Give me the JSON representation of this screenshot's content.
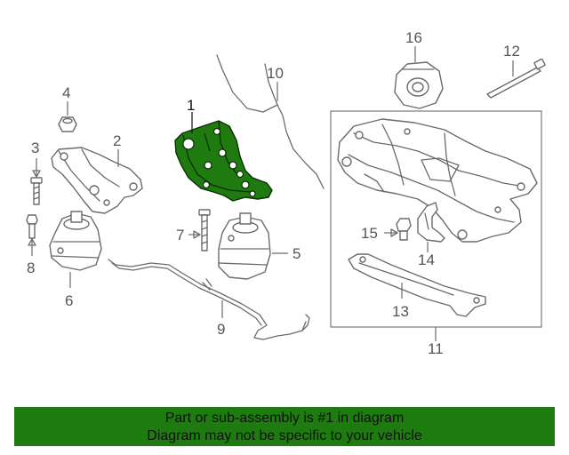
{
  "diagram": {
    "callouts": {
      "c1": "1",
      "c2": "2",
      "c3": "3",
      "c4": "4",
      "c5": "5",
      "c6": "6",
      "c7": "7",
      "c8": "8",
      "c9": "9",
      "c10": "10",
      "c11": "11",
      "c12": "12",
      "c13": "13",
      "c14": "14",
      "c15": "15",
      "c16": "16"
    },
    "highlight_color": "#1f7a0f"
  },
  "notice": {
    "line1": "Part or sub-assembly is #1 in diagram",
    "line2": "Diagram may not be specific to your vehicle",
    "background": "#1e7b10"
  }
}
